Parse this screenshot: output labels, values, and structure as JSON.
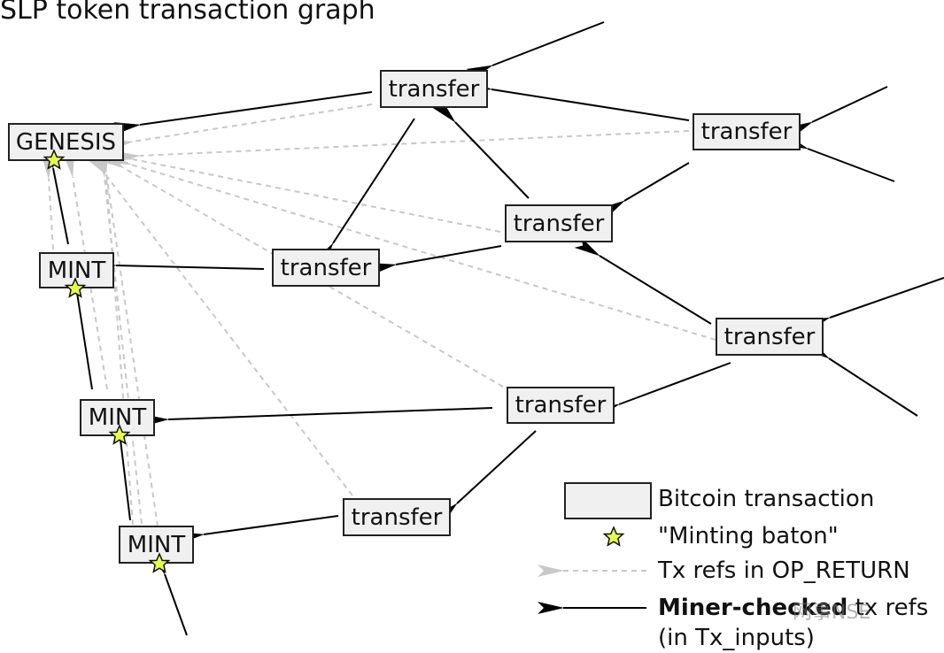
{
  "title": "SLP token transaction graph",
  "nodes": {
    "genesis": "GENESIS",
    "mint1": "MINT",
    "mint2": "MINT",
    "mint3": "MINT",
    "transfer_a": "transfer",
    "transfer_b": "transfer",
    "transfer_c": "transfer",
    "transfer_d": "transfer",
    "transfer_e": "transfer",
    "transfer_f": "transfer",
    "transfer_g": "transfer"
  },
  "legend": {
    "bitcoin_tx": "Bitcoin transaction",
    "minting_baton": "\"Minting baton\"",
    "tx_refs": "Tx refs in OP_RETURN",
    "miner_checked_bold": "Miner-checked",
    "miner_checked_rest": " tx refs",
    "miner_checked_sub": "(in Tx_inputs)"
  },
  "watermark": "网事NSE",
  "colors": {
    "node_fill": "#f0f0f0",
    "node_border": "#222222",
    "arrow_black": "#000000",
    "arrow_gray": "#c8c8c8",
    "star_fill": "#e6ff4d"
  }
}
